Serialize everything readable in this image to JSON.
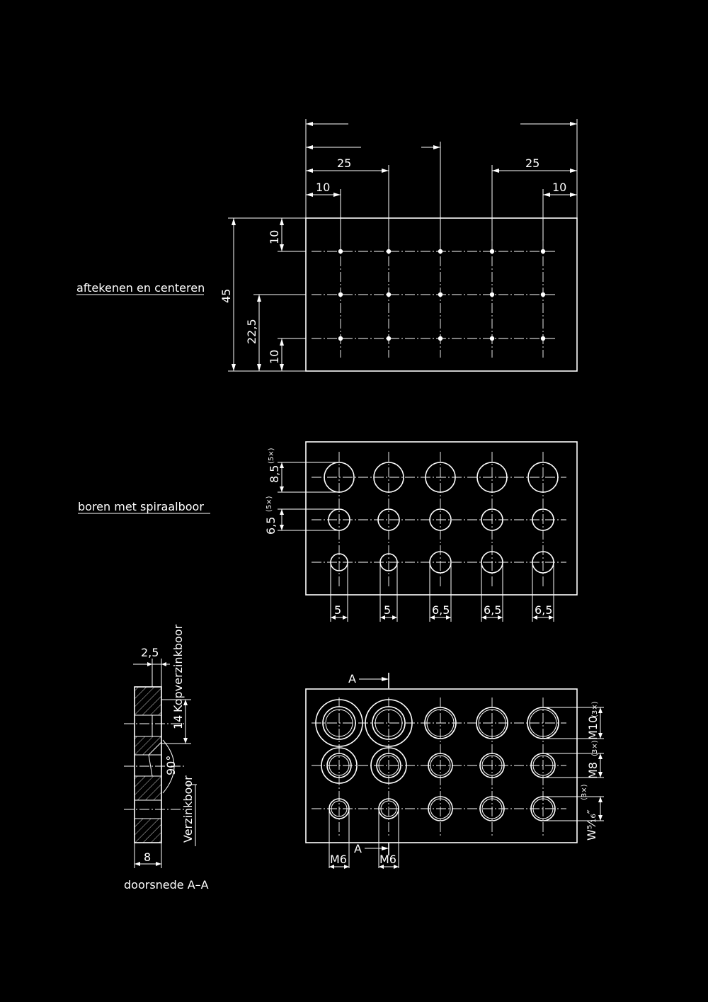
{
  "section_labels": {
    "mark": "aftekenen en centeren",
    "drill": "boren met spiraalboor",
    "section": "doorsnede A–A"
  },
  "top_view": {
    "dim_25_left": "25",
    "dim_25_right": "25",
    "dim_10_left": "10",
    "dim_10_right": "10",
    "dim_height": "45",
    "dim_row_top": "10",
    "dim_middle": "22,5",
    "dim_row_bottom": "10"
  },
  "drill_view": {
    "dim_85": "8,5",
    "dim_85_count": "(5×)",
    "dim_65": "6,5",
    "dim_65_count": "(5×)",
    "bottom_dims": [
      "5",
      "5",
      "6,5",
      "6,5",
      "6,5"
    ]
  },
  "section_view": {
    "dim_25": "2,5",
    "dim_14": "14",
    "label_kopverzinkboor": "Kopverzinkboor",
    "angle": "90°",
    "label_verzinkboor": "Verzinkboor",
    "dim_8": "8"
  },
  "thread_view": {
    "cut_mark_top": "A",
    "cut_mark_bottom": "A",
    "m10_label": "M10",
    "m10_count": "(3×)",
    "m8_label": "M8",
    "m8_count": "(3×)",
    "w_label": "W⁵⁄₁₆″",
    "w_count": "(3×)",
    "m6_left": "M6",
    "m6_right": "M6"
  }
}
